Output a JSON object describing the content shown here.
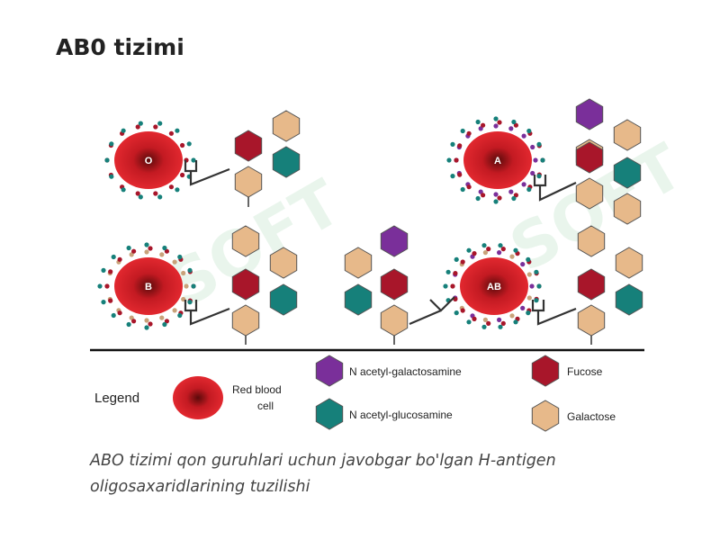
{
  "title": "AB0 tizimi",
  "caption": "ABO tizimi qon guruhlari uchun javobgar bo'lgan H-antigen oligosaxaridlarining tuzilishi",
  "cells": {
    "o": "O",
    "a": "A",
    "b": "B",
    "ab": "AB"
  },
  "legend": {
    "title": "Legend",
    "red_blood_cell_line1": "Red blood",
    "red_blood_cell_line2": "cell",
    "galnac": "N acetyl-galactosamine",
    "glcnac": "N acetyl-glucosamine",
    "fucose": "Fucose",
    "galactose": "Galactose"
  },
  "colors": {
    "red_cell": "#d8232a",
    "red_cell_core": "#5a0a0a",
    "galnac": "#7a2f9a",
    "glcnac": "#16807a",
    "fucose": "#a8162a",
    "galactose": "#e7b98a",
    "line": "#333333",
    "watermark": "#e4f2e8"
  }
}
